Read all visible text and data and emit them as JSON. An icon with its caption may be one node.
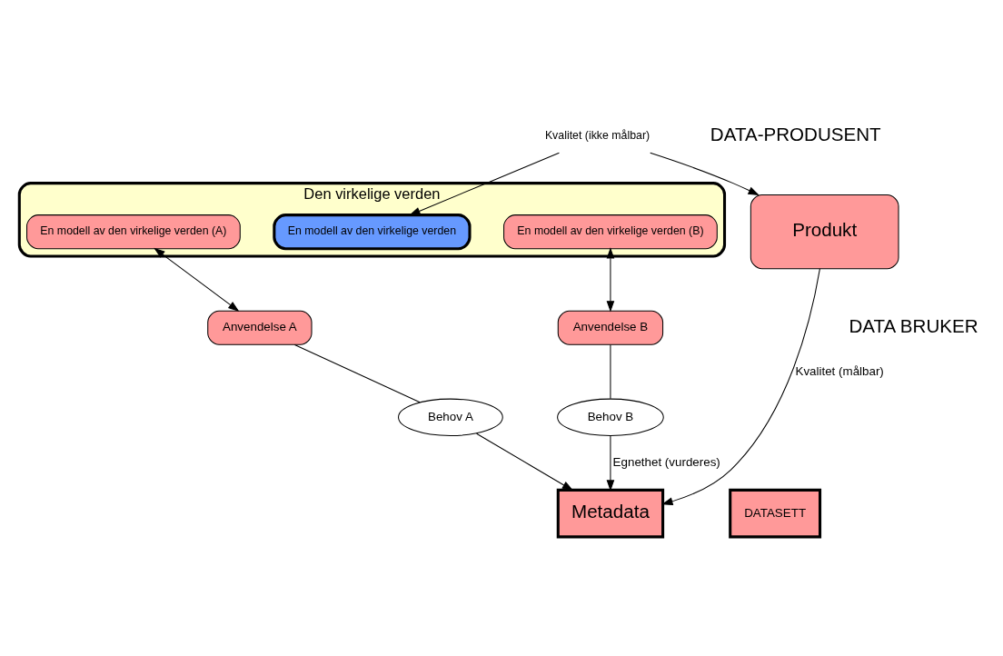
{
  "diagram": {
    "nodes": [
      {
        "text": [
          "Den virkelige verden"
        ]
      },
      {
        "text": [
          "En modell av den virkelige verden (A)"
        ],
        "in": 0
      },
      {
        "text": [
          "En modell av den virkelige verden"
        ],
        "in": 0
      },
      {
        "text": [
          "En modell av den virkelige verden (B)"
        ],
        "in": 0
      },
      {
        "text": [
          "Kvalitet (ikke målbar)"
        ]
      },
      {
        "text": [
          "Anvendelse A"
        ]
      },
      {
        "text": [
          "Anvendelse B"
        ]
      },
      {
        "text": [
          "Produkt"
        ]
      },
      {
        "text": [
          "Behov A"
        ]
      },
      {
        "text": [
          "Behov B"
        ]
      },
      {
        "text": [
          "Metadata"
        ]
      },
      {
        "text": [
          "DATASETT"
        ]
      }
    ],
    "edges": [
      {
        "from": 4,
        "to": 2,
        "arrow": "to"
      },
      {
        "from": 4,
        "to": 7,
        "arrow": "to"
      },
      {
        "from": 1,
        "to": 5,
        "arrow": "both"
      },
      {
        "from": 3,
        "to": 6,
        "arrow": "both"
      },
      {
        "from": 5,
        "to": 8,
        "arrow": "none"
      },
      {
        "from": 6,
        "to": 9,
        "arrow": "none"
      },
      {
        "from": 7,
        "to": 10,
        "arrow": "to",
        "label": "Kvalitet (målbar)"
      },
      {
        "from": 8,
        "to": 10,
        "arrow": "to"
      },
      {
        "from": 9,
        "to": 10,
        "arrow": "to",
        "label": "Egnethet (vurderes)"
      }
    ],
    "labels": [
      "DATA-PRODUSENT",
      "DATA BRUKER"
    ]
  }
}
